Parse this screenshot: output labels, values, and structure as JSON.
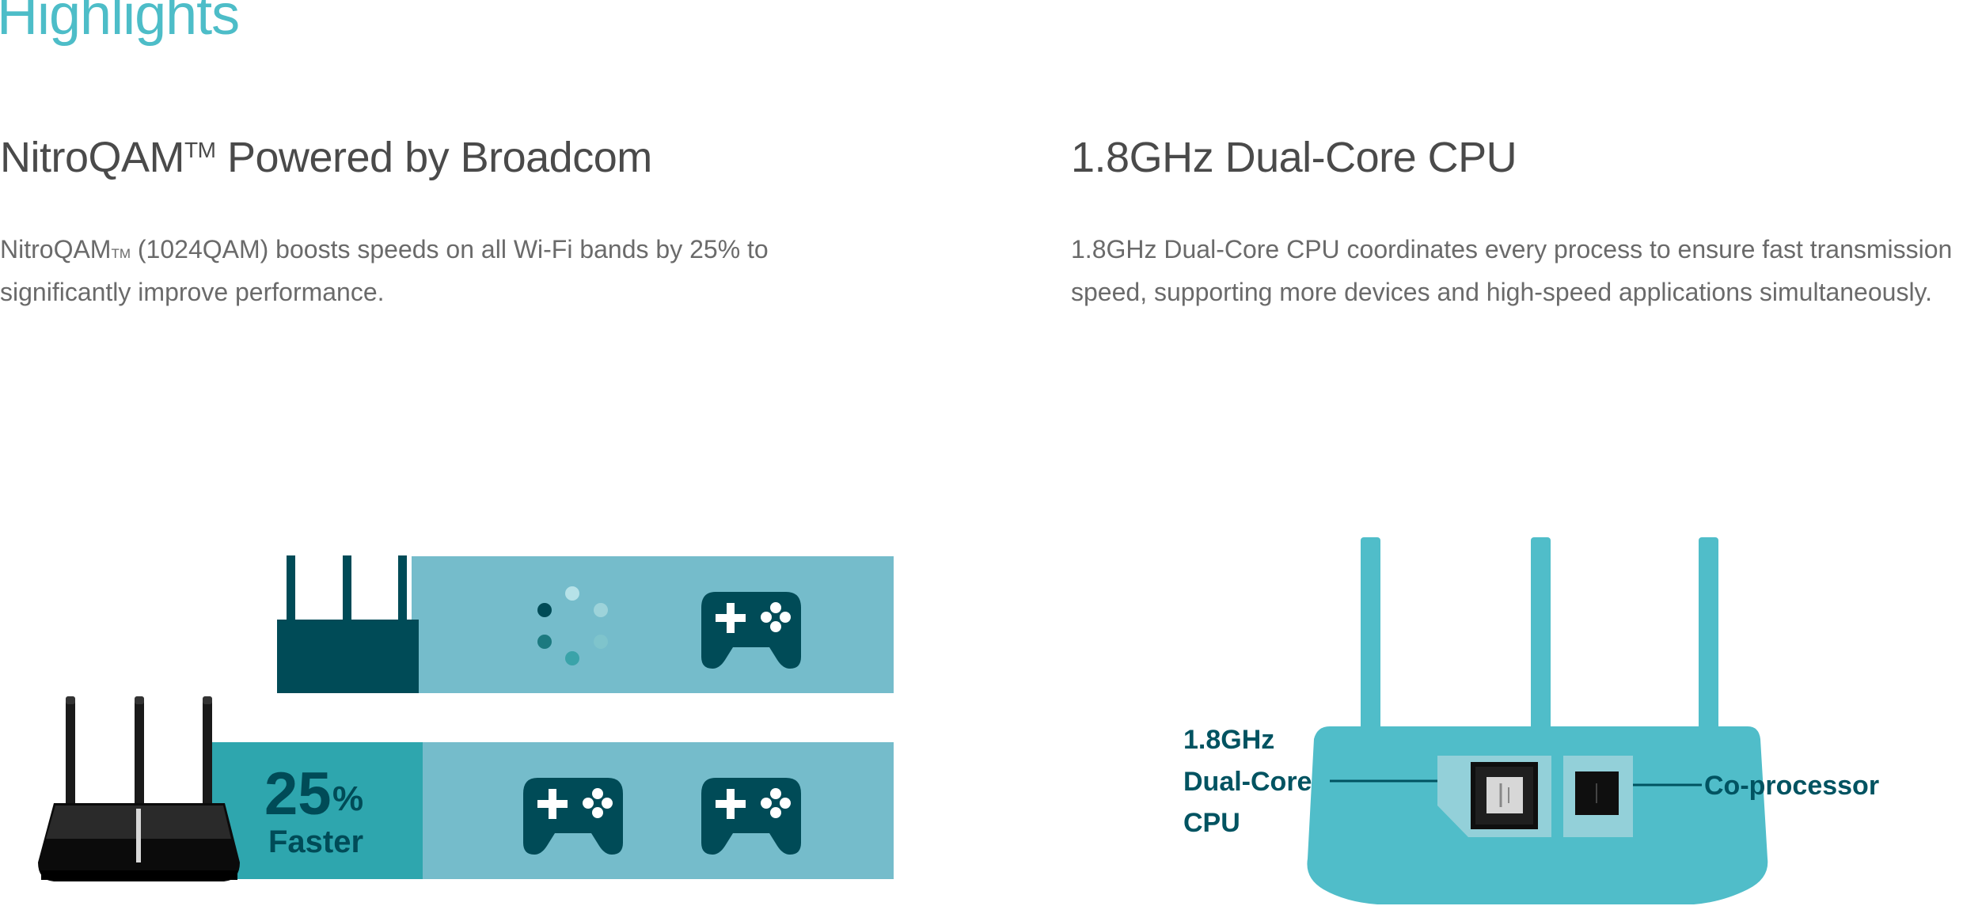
{
  "page": {
    "title": "Highlights"
  },
  "features": {
    "nitroqam": {
      "title": "NitroQAM",
      "title_tm": "TM",
      "title_rest": " Powered by Broadcom",
      "desc_lines": [
        {
          "pre": "NitroQAM",
          "tm": "TM",
          "post": " (1024QAM) boosts speeds on all Wi-Fi bands by 25% to"
        },
        {
          "pre": "significantly improve performance.",
          "tm": "",
          "post": ""
        }
      ]
    },
    "cpu": {
      "title": "1.8GHz Dual-Core CPU",
      "desc_lines": [
        "1.8GHz Dual-Core CPU coordinates every process to ensure fast transmission",
        "speed, supporting more devices and high-speed applications simultaneously."
      ]
    }
  },
  "graphics": {
    "nitroqam": {
      "speed_value": "25",
      "speed_unit": "%",
      "speed_label": "Faster",
      "icons": [
        "router-icon",
        "loading-spinner-icon",
        "gamepad-icon",
        "router-product-photo",
        "gamepad-icon",
        "gamepad-icon"
      ]
    },
    "cpu": {
      "cpu_label_lines": [
        "1.8GHz",
        "Dual-Core",
        "CPU"
      ],
      "coprocessor_label": "Co-processor"
    }
  },
  "colors": {
    "heading_accent": "#4dbdc8",
    "bar_light": "#75bccb",
    "bar_dark_teal": "#2ea6ae",
    "icon_dark": "#004b57",
    "router_body": "#50bdc9",
    "label_dark": "#005361"
  }
}
